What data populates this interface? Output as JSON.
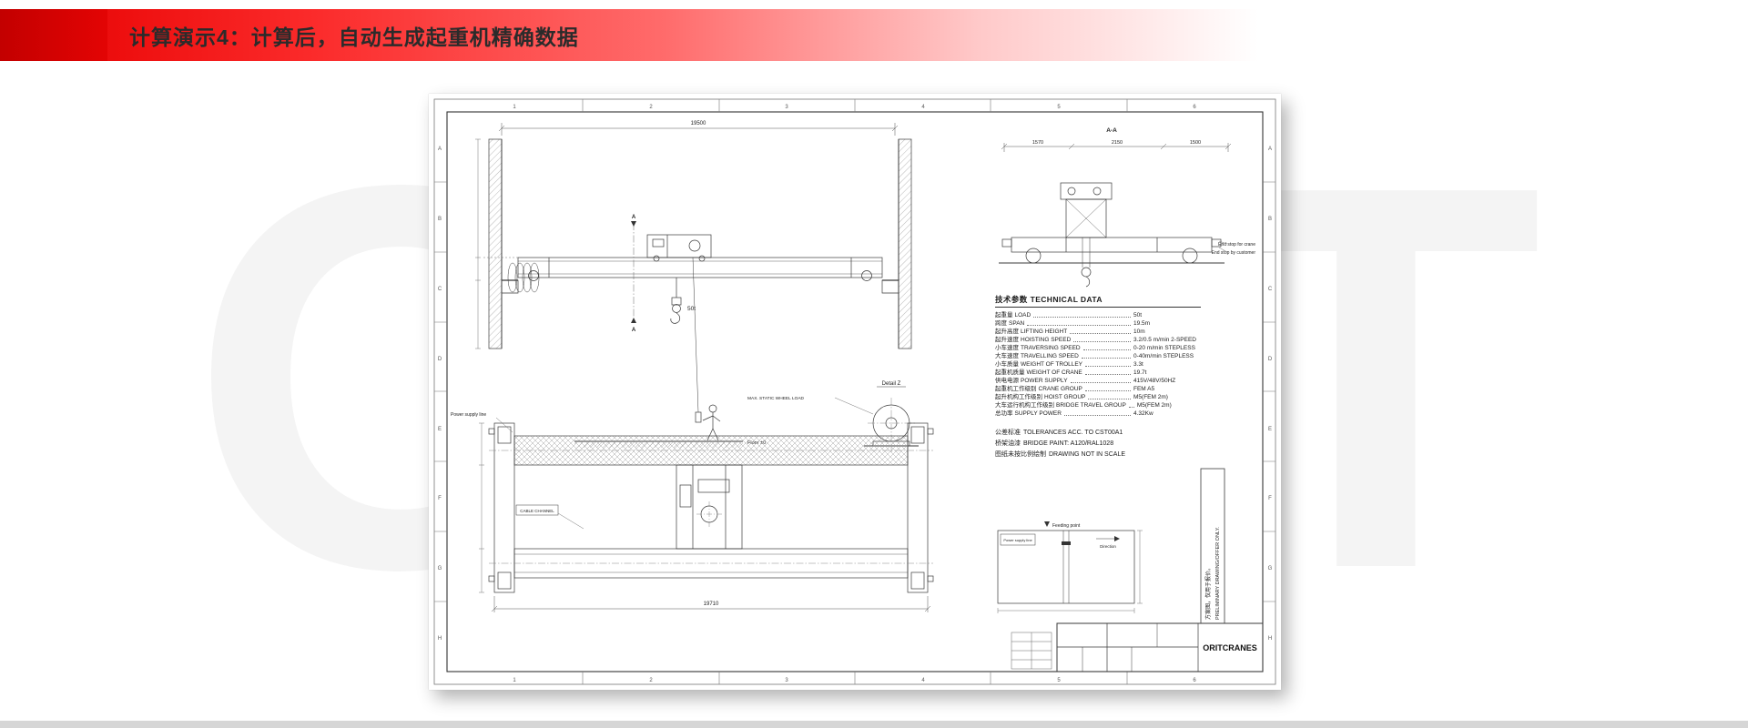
{
  "banner": {
    "title": "计算演示4：计算后，自动生成起重机精确数据"
  },
  "watermark": {
    "text": "ORIT"
  },
  "paper": {
    "grid": {
      "cols": [
        "1",
        "2",
        "3",
        "4",
        "5",
        "6"
      ],
      "rows": [
        "A",
        "B",
        "C",
        "D",
        "E",
        "F",
        "G",
        "H"
      ]
    },
    "elevation": {
      "span_dim": "19500",
      "hook_label": "50t",
      "section_marker": "A",
      "detail_label": "Detail Z",
      "floor_label": "Floor ±0",
      "wheel_load_note": "MAX. STATIC WHEEL LOAD"
    },
    "section": {
      "title": "A-A",
      "dims": [
        "1570",
        "2150",
        "1500"
      ],
      "end_stop_crane": "End stop for crane",
      "end_stop_customer": "End stop by customer"
    },
    "plan": {
      "overall_dim": "19710",
      "power_supply_label": "Power supply line",
      "cable_channel_label": "CABLE CHANNEL"
    },
    "technical_data": {
      "title_zh": "技术参数",
      "title_en": "TECHNICAL DATA",
      "rows": [
        {
          "zh": "起重量",
          "en": "LOAD",
          "value": "50t"
        },
        {
          "zh": "跨度",
          "en": "SPAN",
          "value": "19.5m"
        },
        {
          "zh": "起升高度",
          "en": "LIFTING HEIGHT",
          "value": "10m"
        },
        {
          "zh": "起升速度",
          "en": "HOISTING SPEED",
          "value": "3.2/0.5 m/min  2-SPEED"
        },
        {
          "zh": "小车速度",
          "en": "TRAVERSING SPEED",
          "value": "0-20 m/min STEPLESS"
        },
        {
          "zh": "大车速度",
          "en": "TRAVELLING SPEED",
          "value": "0-40m/min STEPLESS"
        },
        {
          "zh": "小车质量",
          "en": "WEIGHT OF TROLLEY",
          "value": "3.3t"
        },
        {
          "zh": "起重机质量",
          "en": "WEIGHT OF CRANE",
          "value": "19.7t"
        },
        {
          "zh": "供电电源",
          "en": "POWER SUPPLY",
          "value": "415V/48V/50HZ"
        },
        {
          "zh": "起重机工作级别",
          "en": "CRANE GROUP",
          "value": "FEM A5"
        },
        {
          "zh": "起升机构工作级别",
          "en": "HOIST GROUP",
          "value": "M5(FEM 2m)"
        },
        {
          "zh": "大车运行机构工作级别",
          "en": "BRIDGE TRAVEL GROUP",
          "value": "M5(FEM 2m)"
        },
        {
          "zh": "总功率",
          "en": "SUPPLY POWER",
          "value": "4.32Kw"
        }
      ],
      "notes": [
        {
          "zh": "公差标准",
          "en": "TOLERANCES ACC. TO CST00A1"
        },
        {
          "zh": "桥架油漆",
          "en": "BRIDGE PAINT:  A120/RAL1028"
        },
        {
          "zh": "图纸未按比例绘制",
          "en": "DRAWING NOT IN SCALE"
        }
      ]
    },
    "feeding": {
      "feeding_point_label": "Feeding point",
      "power_supply_label": "Power supply line",
      "direction_label": "Direction"
    },
    "disclaimer": {
      "zh": "方案图，仅用于报价。",
      "en": "PRELIMINARY DRAWING/OFFER ONLY."
    },
    "title_block": {
      "logo": "ORITCRANES"
    }
  }
}
